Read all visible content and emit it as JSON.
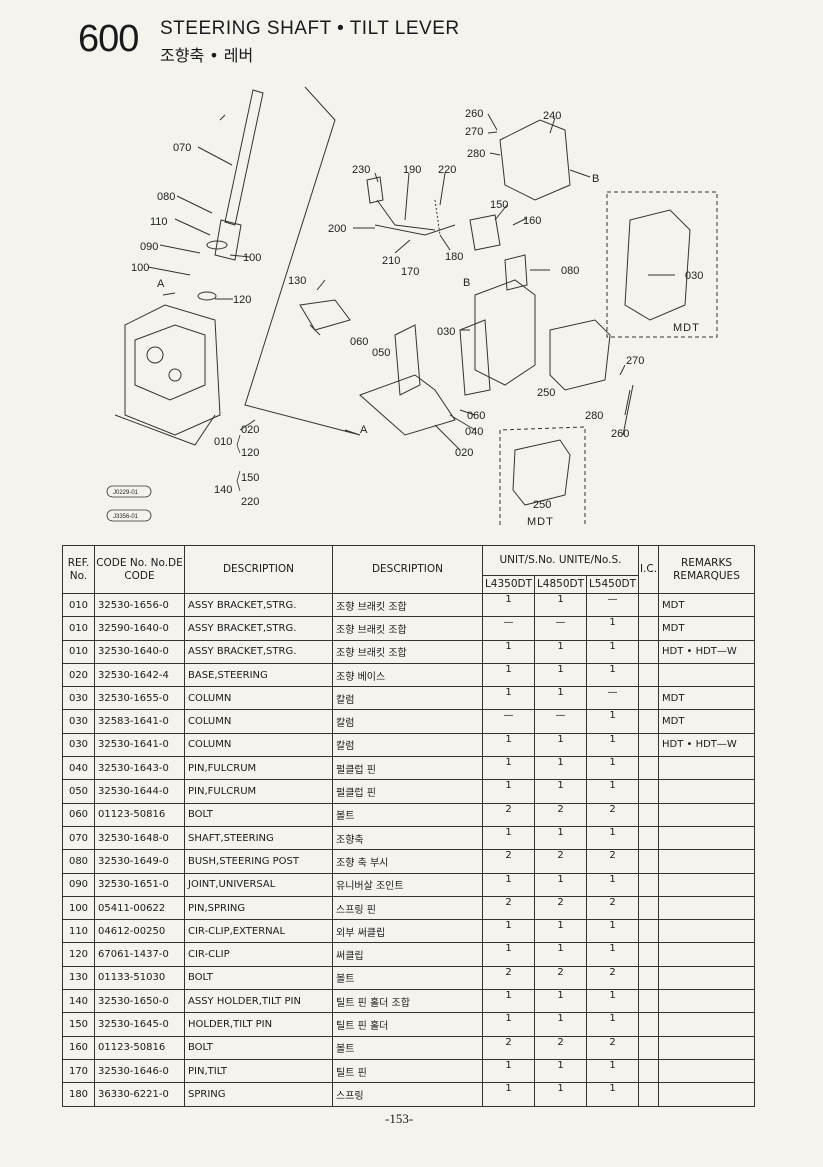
{
  "header": {
    "page_number": "600",
    "title_en": "STEERING SHAFT • TILT LEVER",
    "title_ko": "조향축 • 레버"
  },
  "diagram": {
    "callouts": {
      "c070": "070",
      "c080a": "080",
      "c110": "110",
      "c090": "090",
      "c100a": "100",
      "c100b": "100",
      "c120a": "120",
      "cA1": "A",
      "c260a": "260",
      "c270a": "270",
      "c280a": "280",
      "c240": "240",
      "cB1": "B",
      "c230": "230",
      "c190": "190",
      "c220a": "220",
      "c200": "200",
      "c210": "210",
      "c170": "170",
      "c180": "180",
      "c150": "150",
      "c160": "160",
      "c080b": "080",
      "cB2": "B",
      "c130": "130",
      "c060a": "060",
      "c050": "050",
      "c030a": "030",
      "c030b": "030",
      "c270b": "270",
      "c250a": "250",
      "c280b": "280",
      "c260b": "260",
      "c060b": "060",
      "c040": "040",
      "c020a": "020",
      "cA2": "A",
      "c020b": "020",
      "c010": "010",
      "c120b": "120",
      "c150b": "150",
      "c140": "140",
      "c220b": "220",
      "c250b": "250"
    },
    "mdt_label_1": "MDT",
    "mdt_label_2": "MDT",
    "stamp_1": "J0229-01",
    "stamp_2": "J3356-01"
  },
  "table": {
    "headers": {
      "ref": "REF. No.",
      "code": "CODE No. No.DE CODE",
      "desc_en": "DESCRIPTION",
      "desc_ko": "DESCRIPTION",
      "unit": "UNIT/S.No. UNITE/No.S.",
      "model_1": "L4350DT",
      "model_2": "L4850DT",
      "model_3": "L5450DT",
      "ic": "I.C.",
      "remarks": "REMARKS REMARQUES"
    },
    "rows": [
      {
        "ref": "010",
        "code": "32530-1656-0",
        "desc_en": "ASSY BRACKET,STRG.",
        "desc_ko": "조향 브래킷 조합",
        "q1": "1",
        "q2": "1",
        "q3": "—",
        "rem": "MDT"
      },
      {
        "ref": "010",
        "code": "32590-1640-0",
        "desc_en": "ASSY BRACKET,STRG.",
        "desc_ko": "조향 브래킷 조합",
        "q1": "—",
        "q2": "—",
        "q3": "1",
        "rem": "MDT"
      },
      {
        "ref": "010",
        "code": "32530-1640-0",
        "desc_en": "ASSY BRACKET,STRG.",
        "desc_ko": "조향 브래킷 조합",
        "q1": "1",
        "q2": "1",
        "q3": "1",
        "rem": "HDT • HDT—W"
      },
      {
        "ref": "020",
        "code": "32530-1642-4",
        "desc_en": "BASE,STEERING",
        "desc_ko": "조향 베이스",
        "q1": "1",
        "q2": "1",
        "q3": "1",
        "rem": ""
      },
      {
        "ref": "030",
        "code": "32530-1655-0",
        "desc_en": "COLUMN",
        "desc_ko": "칼럼",
        "q1": "1",
        "q2": "1",
        "q3": "—",
        "rem": "MDT"
      },
      {
        "ref": "030",
        "code": "32583-1641-0",
        "desc_en": "COLUMN",
        "desc_ko": "칼럼",
        "q1": "—",
        "q2": "—",
        "q3": "1",
        "rem": "MDT"
      },
      {
        "ref": "030",
        "code": "32530-1641-0",
        "desc_en": "COLUMN",
        "desc_ko": "칼럼",
        "q1": "1",
        "q2": "1",
        "q3": "1",
        "rem": "HDT • HDT—W"
      },
      {
        "ref": "040",
        "code": "32530-1643-0",
        "desc_en": "PIN,FULCRUM",
        "desc_ko": "펄클럽 핀",
        "q1": "1",
        "q2": "1",
        "q3": "1",
        "rem": ""
      },
      {
        "ref": "050",
        "code": "32530-1644-0",
        "desc_en": "PIN,FULCRUM",
        "desc_ko": "펄클럽 핀",
        "q1": "1",
        "q2": "1",
        "q3": "1",
        "rem": ""
      },
      {
        "ref": "060",
        "code": "01123-50816",
        "desc_en": "BOLT",
        "desc_ko": "볼트",
        "q1": "2",
        "q2": "2",
        "q3": "2",
        "rem": ""
      },
      {
        "ref": "070",
        "code": "32530-1648-0",
        "desc_en": "SHAFT,STEERING",
        "desc_ko": "조향축",
        "q1": "1",
        "q2": "1",
        "q3": "1",
        "rem": ""
      },
      {
        "ref": "080",
        "code": "32530-1649-0",
        "desc_en": "BUSH,STEERING POST",
        "desc_ko": "조향 축 부시",
        "q1": "2",
        "q2": "2",
        "q3": "2",
        "rem": ""
      },
      {
        "ref": "090",
        "code": "32530-1651-0",
        "desc_en": "JOINT,UNIVERSAL",
        "desc_ko": "유니버살 조인트",
        "q1": "1",
        "q2": "1",
        "q3": "1",
        "rem": ""
      },
      {
        "ref": "100",
        "code": "05411-00622",
        "desc_en": "PIN,SPRING",
        "desc_ko": "스프링 핀",
        "q1": "2",
        "q2": "2",
        "q3": "2",
        "rem": ""
      },
      {
        "ref": "110",
        "code": "04612-00250",
        "desc_en": "CIR-CLIP,EXTERNAL",
        "desc_ko": "외부 써클립",
        "q1": "1",
        "q2": "1",
        "q3": "1",
        "rem": ""
      },
      {
        "ref": "120",
        "code": "67061-1437-0",
        "desc_en": "CIR-CLIP",
        "desc_ko": "써클립",
        "q1": "1",
        "q2": "1",
        "q3": "1",
        "rem": ""
      },
      {
        "ref": "130",
        "code": "01133-51030",
        "desc_en": "BOLT",
        "desc_ko": "볼트",
        "q1": "2",
        "q2": "2",
        "q3": "2",
        "rem": ""
      },
      {
        "ref": "140",
        "code": "32530-1650-0",
        "desc_en": "ASSY HOLDER,TILT PIN",
        "desc_ko": "틸트 핀 홀더 조합",
        "q1": "1",
        "q2": "1",
        "q3": "1",
        "rem": ""
      },
      {
        "ref": "150",
        "code": "32530-1645-0",
        "desc_en": "HOLDER,TILT PIN",
        "desc_ko": "틸트 핀 홀더",
        "q1": "1",
        "q2": "1",
        "q3": "1",
        "rem": ""
      },
      {
        "ref": "160",
        "code": "01123-50816",
        "desc_en": "BOLT",
        "desc_ko": "볼트",
        "q1": "2",
        "q2": "2",
        "q3": "2",
        "rem": ""
      },
      {
        "ref": "170",
        "code": "32530-1646-0",
        "desc_en": "PIN,TILT",
        "desc_ko": "틸트 핀",
        "q1": "1",
        "q2": "1",
        "q3": "1",
        "rem": ""
      },
      {
        "ref": "180",
        "code": "36330-6221-0",
        "desc_en": "SPRING",
        "desc_ko": "스프링",
        "q1": "1",
        "q2": "1",
        "q3": "1",
        "rem": ""
      }
    ]
  },
  "footer": {
    "page": "-153-"
  }
}
